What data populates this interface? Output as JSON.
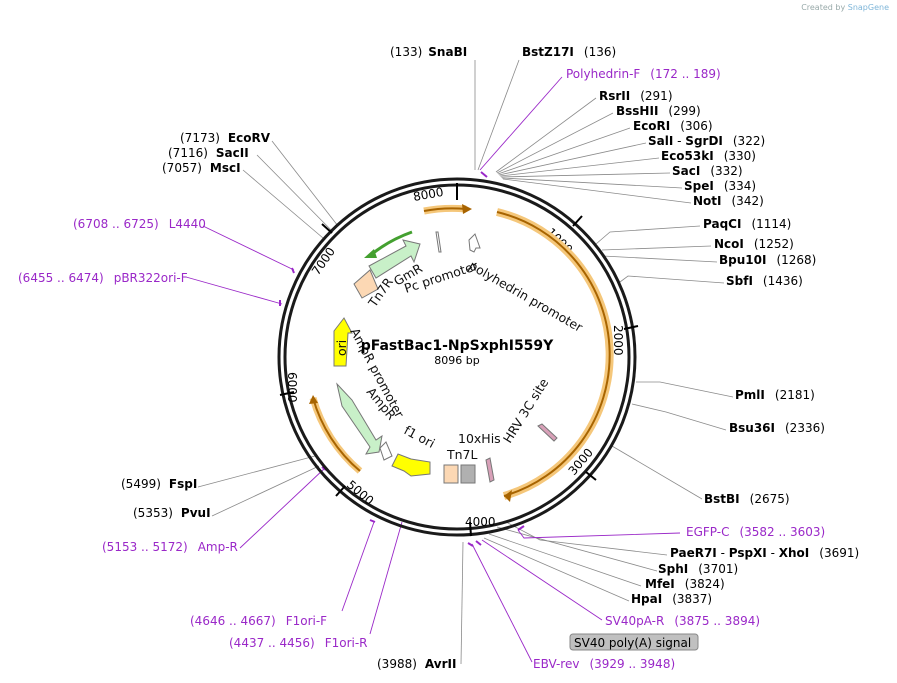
{
  "credit": {
    "prefix": "Created by",
    "brand": "SnapGene"
  },
  "plasmid": {
    "name": "pFastBac1-NpSxphI559Y",
    "size_label": "8096 bp"
  },
  "ticks": [
    "1000",
    "2000",
    "3000",
    "4000",
    "5000",
    "6000",
    "7000",
    "8000"
  ],
  "sites": [
    {
      "name": "SnaBI",
      "pos": "(133)"
    },
    {
      "name": "BstZ17I",
      "pos": "(136)"
    },
    {
      "name": "RsrII",
      "pos": "(291)"
    },
    {
      "name": "BssHII",
      "pos": "(299)"
    },
    {
      "name": "EcoRI",
      "pos": "(306)"
    },
    {
      "name": "SalI",
      "sep": " - ",
      "name2": "SgrDI",
      "pos": "(322)"
    },
    {
      "name": "Eco53kI",
      "pos": "(330)"
    },
    {
      "name": "SacI",
      "pos": "(332)"
    },
    {
      "name": "SpeI",
      "pos": "(334)"
    },
    {
      "name": "NotI",
      "pos": "(342)"
    },
    {
      "name": "PaqCI",
      "pos": "(1114)"
    },
    {
      "name": "NcoI",
      "pos": "(1252)"
    },
    {
      "name": "Bpu10I",
      "pos": "(1268)"
    },
    {
      "name": "SbfI",
      "pos": "(1436)"
    },
    {
      "name": "PmlI",
      "pos": "(2181)"
    },
    {
      "name": "Bsu36I",
      "pos": "(2336)"
    },
    {
      "name": "BstBI",
      "pos": "(2675)"
    },
    {
      "name": "PaeR7I",
      "sep": " - ",
      "name2": "PspXI",
      "sep2": " - ",
      "name3": "XhoI",
      "pos": "(3691)"
    },
    {
      "name": "SphI",
      "pos": "(3701)"
    },
    {
      "name": "MfeI",
      "pos": "(3824)"
    },
    {
      "name": "HpaI",
      "pos": "(3837)"
    },
    {
      "name": "AvrII",
      "pos": "(3988)"
    },
    {
      "name": "PvuI",
      "pos": "(5353)"
    },
    {
      "name": "FspI",
      "pos": "(5499)"
    },
    {
      "name": "MscI",
      "pos": "(7057)"
    },
    {
      "name": "SacII",
      "pos": "(7116)"
    },
    {
      "name": "EcoRV",
      "pos": "(7173)"
    }
  ],
  "primers": [
    {
      "name": "Polyhedrin-F",
      "range": "(172 .. 189)"
    },
    {
      "name": "EGFP-C",
      "range": "(3582 .. 3603)"
    },
    {
      "name": "SV40pA-R",
      "range": "(3875 .. 3894)"
    },
    {
      "name": "EBV-rev",
      "range": "(3929 .. 3948)"
    },
    {
      "name": "F1ori-R",
      "range": "(4437 .. 4456)"
    },
    {
      "name": "F1ori-F",
      "range": "(4646 .. 4667)"
    },
    {
      "name": "Amp-R",
      "range": "(5153 .. 5172)"
    },
    {
      "name": "pBR322ori-F",
      "range": "(6455 .. 6474)"
    },
    {
      "name": "L4440",
      "range": "(6708 .. 6725)"
    }
  ],
  "features": {
    "polyhedrin_promoter": "polyhedrin promoter",
    "pc_promoter": "Pc promoter",
    "gmr": "GmR",
    "tn7r": "Tn7R",
    "ori": "ori",
    "ampr_promoter": "AmpR promoter",
    "ampr": "AmpR",
    "f1_ori": "f1 ori",
    "tn7l": "Tn7L",
    "his": "10xHis",
    "hrv": "HRV 3C site",
    "sv40_box": "SV40 poly(A) signal"
  },
  "colors": {
    "backbone": "#1a1a1a",
    "orf_orange": "#f0a830",
    "orf_dark": "#a86400",
    "ori_yellow": "#ffff00",
    "amp_green": "#c8f0c8",
    "gmr_green": "#44a030",
    "tn7_peach": "#fcd8b4",
    "primer_purple": "#9a28c8",
    "gray_box": "#c0c0c0"
  }
}
